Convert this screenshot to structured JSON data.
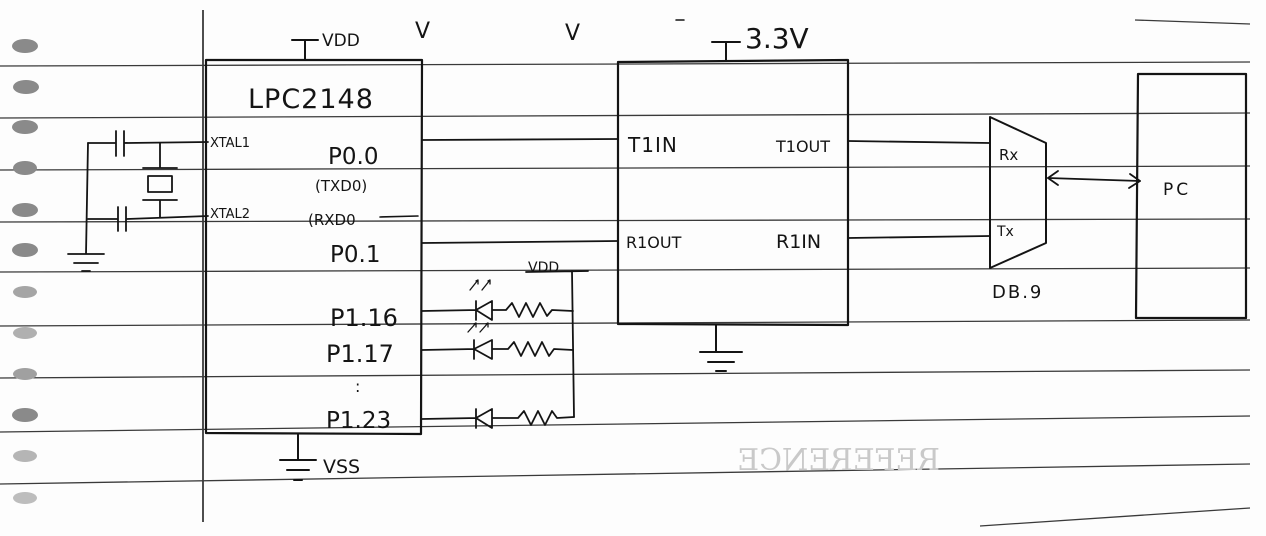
{
  "diagram": {
    "mcu": {
      "name": "LPC2148",
      "supply": "VDD",
      "ground": "VSS",
      "xtal1": "XTAL1",
      "xtal2": "XTAL2",
      "tx_pin": "P0.0",
      "tx_func": "(TXD0)",
      "rx_func": "(RXD0",
      "rx_pin": "P0.1",
      "led_pins": [
        "P1.16",
        "P1.17",
        "P1.23"
      ],
      "ellipsis": ":"
    },
    "led_supply": "VDD",
    "top_marks": [
      "V",
      "V"
    ],
    "transceiver": {
      "supply": "3.3V",
      "t1in": "T1IN",
      "t1out": "T1OUT",
      "r1out": "R1OUT",
      "r1in": "R1IN"
    },
    "connector": {
      "rx": "Rx",
      "tx": "Tx",
      "label": "DB.9"
    },
    "pc": {
      "label": "PC"
    }
  }
}
